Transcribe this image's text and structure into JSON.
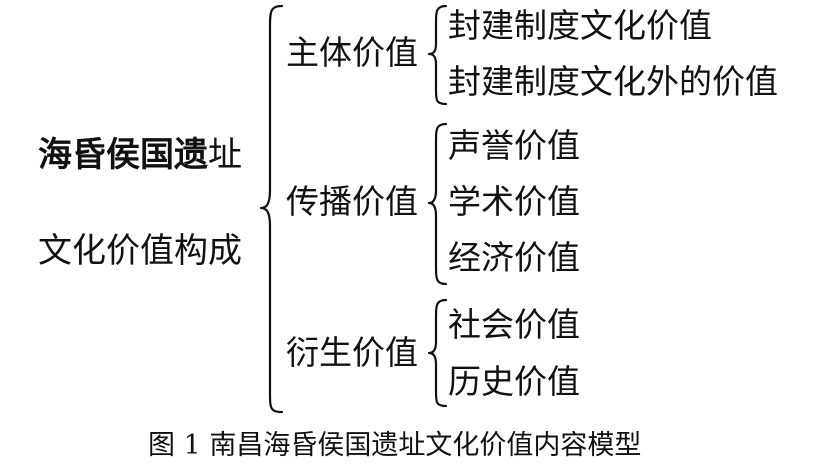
{
  "root": {
    "line1_emphasis": "海昏侯国遗",
    "line1_tail": "址",
    "line2": "文化价值构成"
  },
  "groups": [
    {
      "label": "主体价值",
      "items": [
        "封建制度文化价值",
        "封建制度文化外的价值"
      ]
    },
    {
      "label": "传播价值",
      "items": [
        "声誉价值",
        "学术价值",
        "经济价值"
      ]
    },
    {
      "label": "衍生价值",
      "items": [
        "社会价值",
        "历史价值"
      ]
    }
  ],
  "caption": "图 1 南昌海昏侯国遗址文化价值内容模型"
}
